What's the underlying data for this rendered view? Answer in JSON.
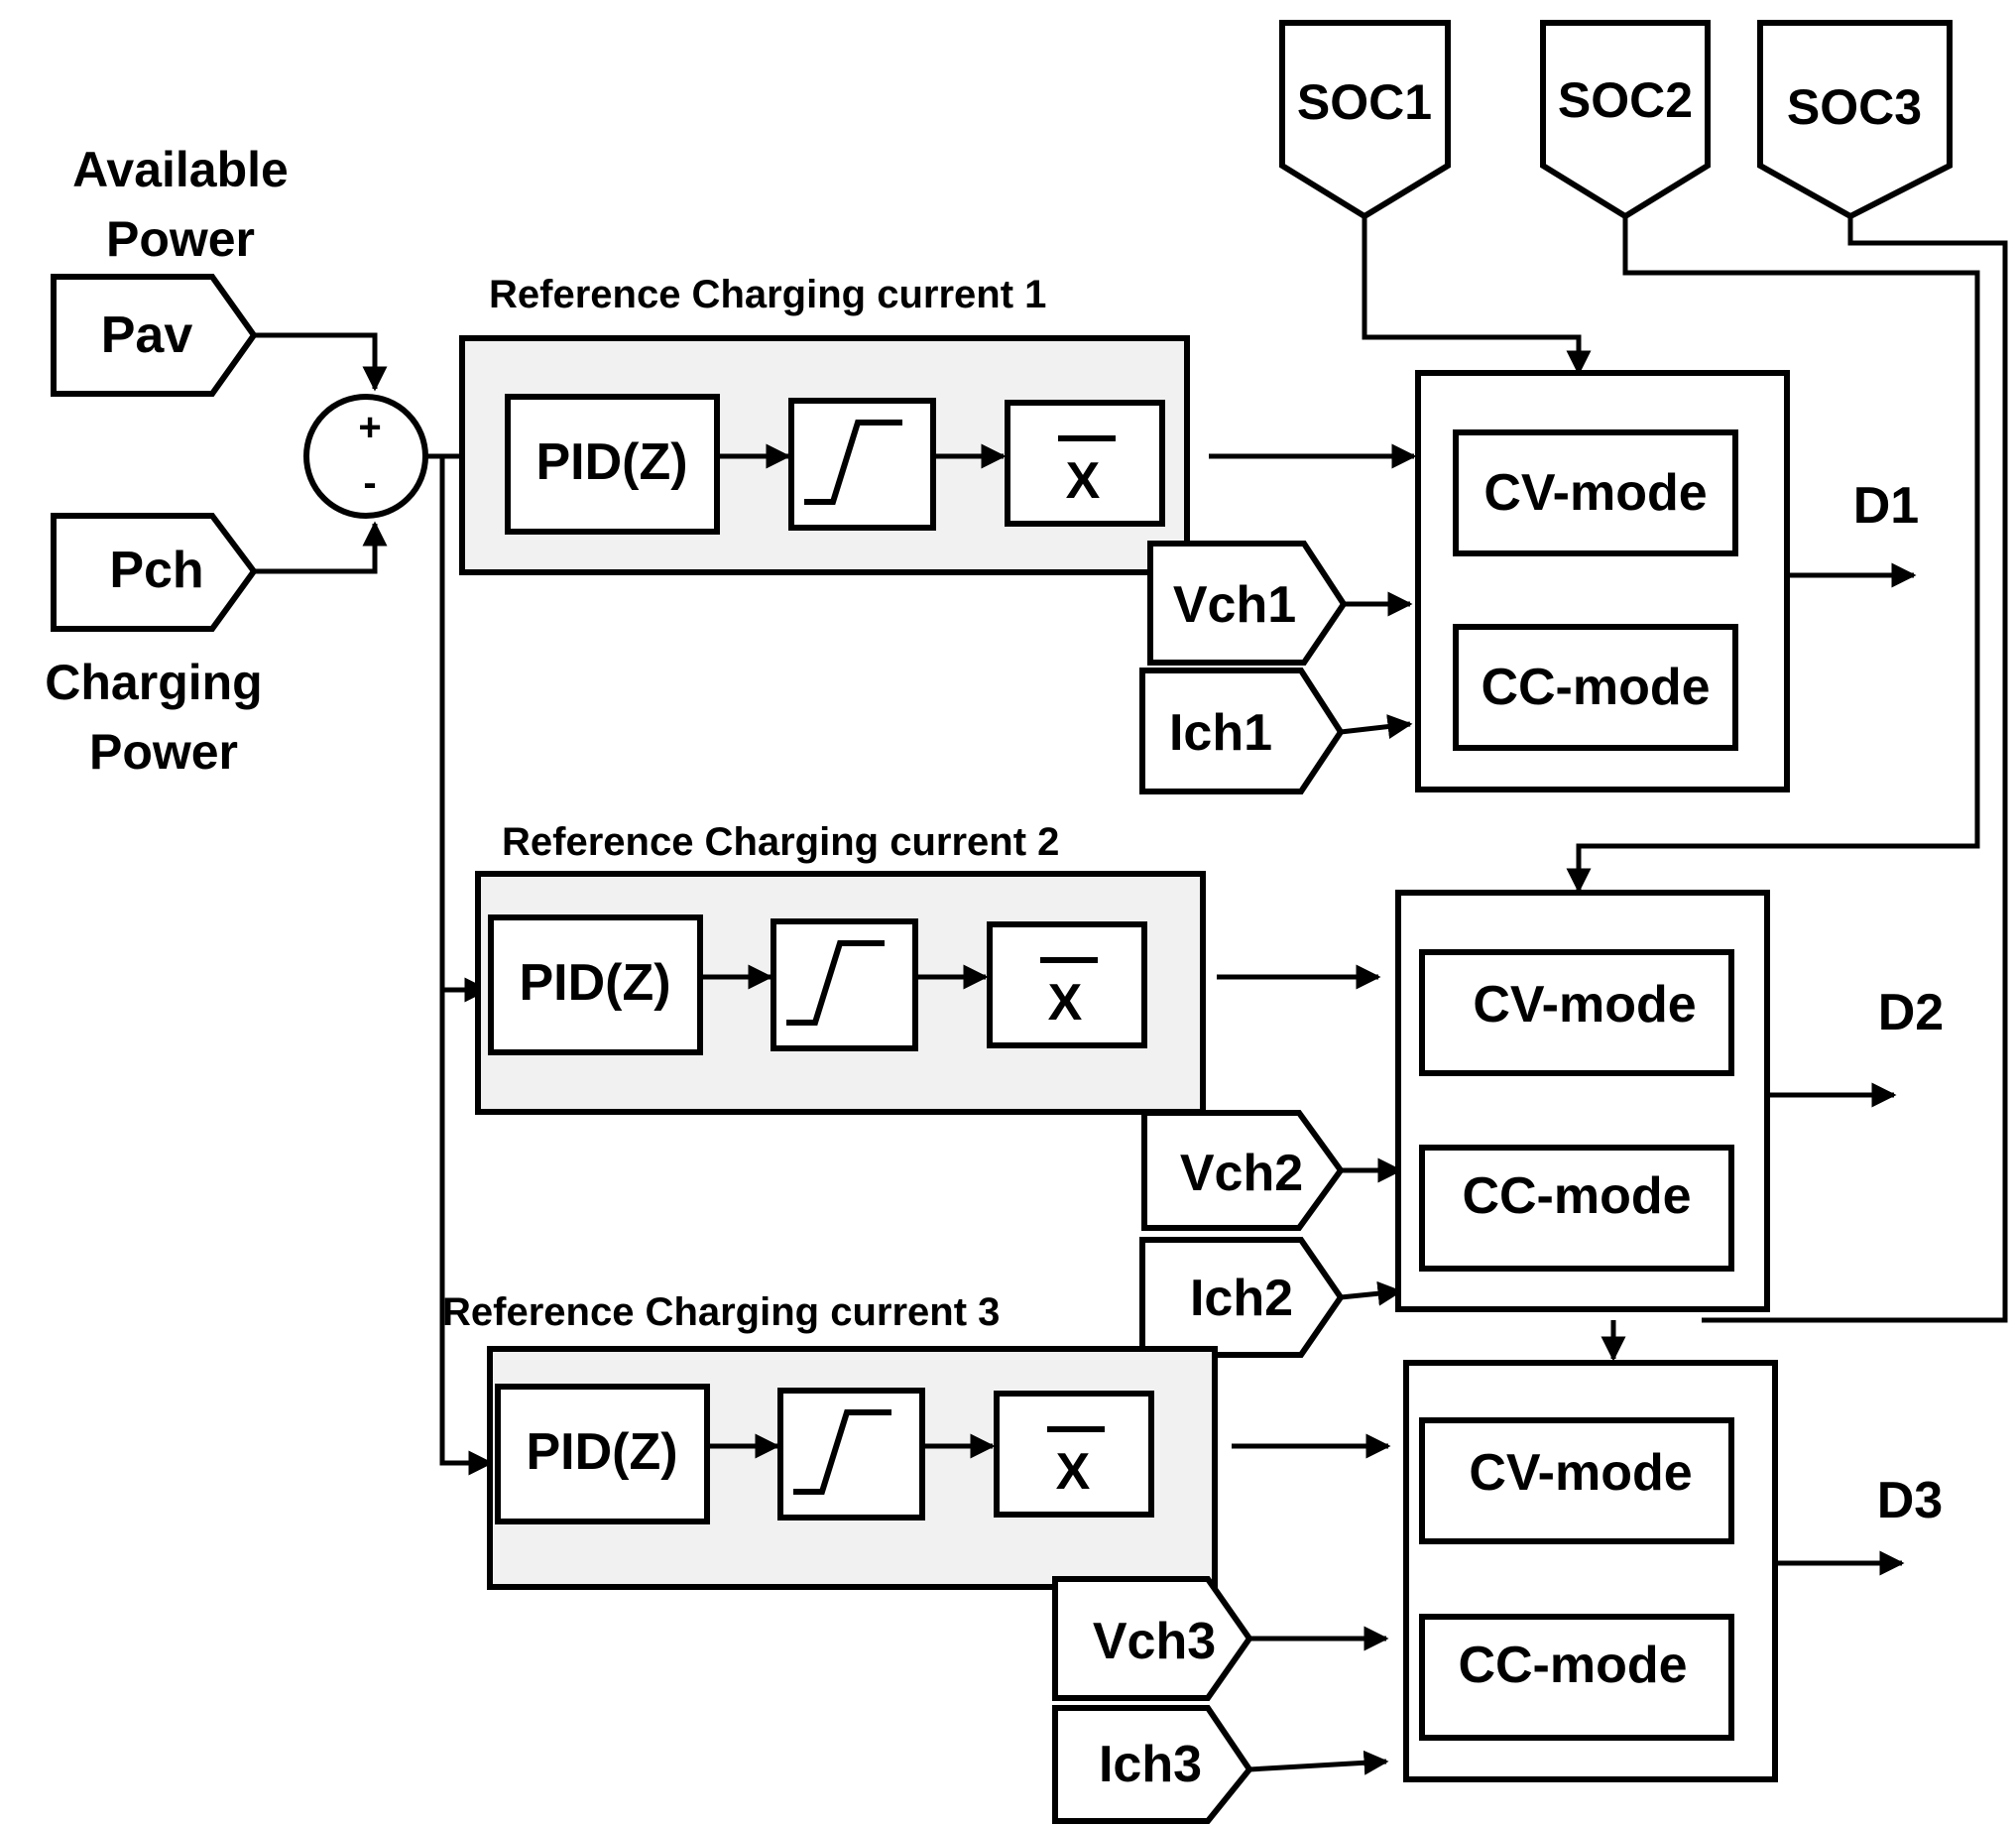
{
  "inputs": {
    "pav": {
      "label": "Pav",
      "caption_line1": "Available",
      "caption_line2": "Power"
    },
    "pch": {
      "label": "Pch",
      "caption_line1": "Charging",
      "caption_line2": "Power"
    }
  },
  "summing_junction": {
    "plus": "+",
    "minus": "-"
  },
  "soc_inputs": [
    "SOC1",
    "SOC2",
    "SOC3"
  ],
  "channels": [
    {
      "title": "Reference Charging current 1",
      "pid": "PID(Z)",
      "mean": "X",
      "vch": "Vch1",
      "ich": "Ich1",
      "cv": "CV-mode",
      "cc": "CC-mode",
      "output": "D1"
    },
    {
      "title": "Reference Charging current 2",
      "pid": "PID(Z)",
      "mean": "X",
      "vch": "Vch2",
      "ich": "Ich2",
      "cv": "CV-mode",
      "cc": "CC-mode",
      "output": "D2"
    },
    {
      "title": "Reference Charging current 3",
      "pid": "PID(Z)",
      "mean": "X",
      "vch": "Vch3",
      "ich": "Ich3",
      "cv": "CV-mode",
      "cc": "CC-mode",
      "output": "D3"
    }
  ],
  "icons": {
    "saturation": "saturation-icon",
    "mean": "mean-bar-icon",
    "arrow": "arrowhead-icon"
  }
}
